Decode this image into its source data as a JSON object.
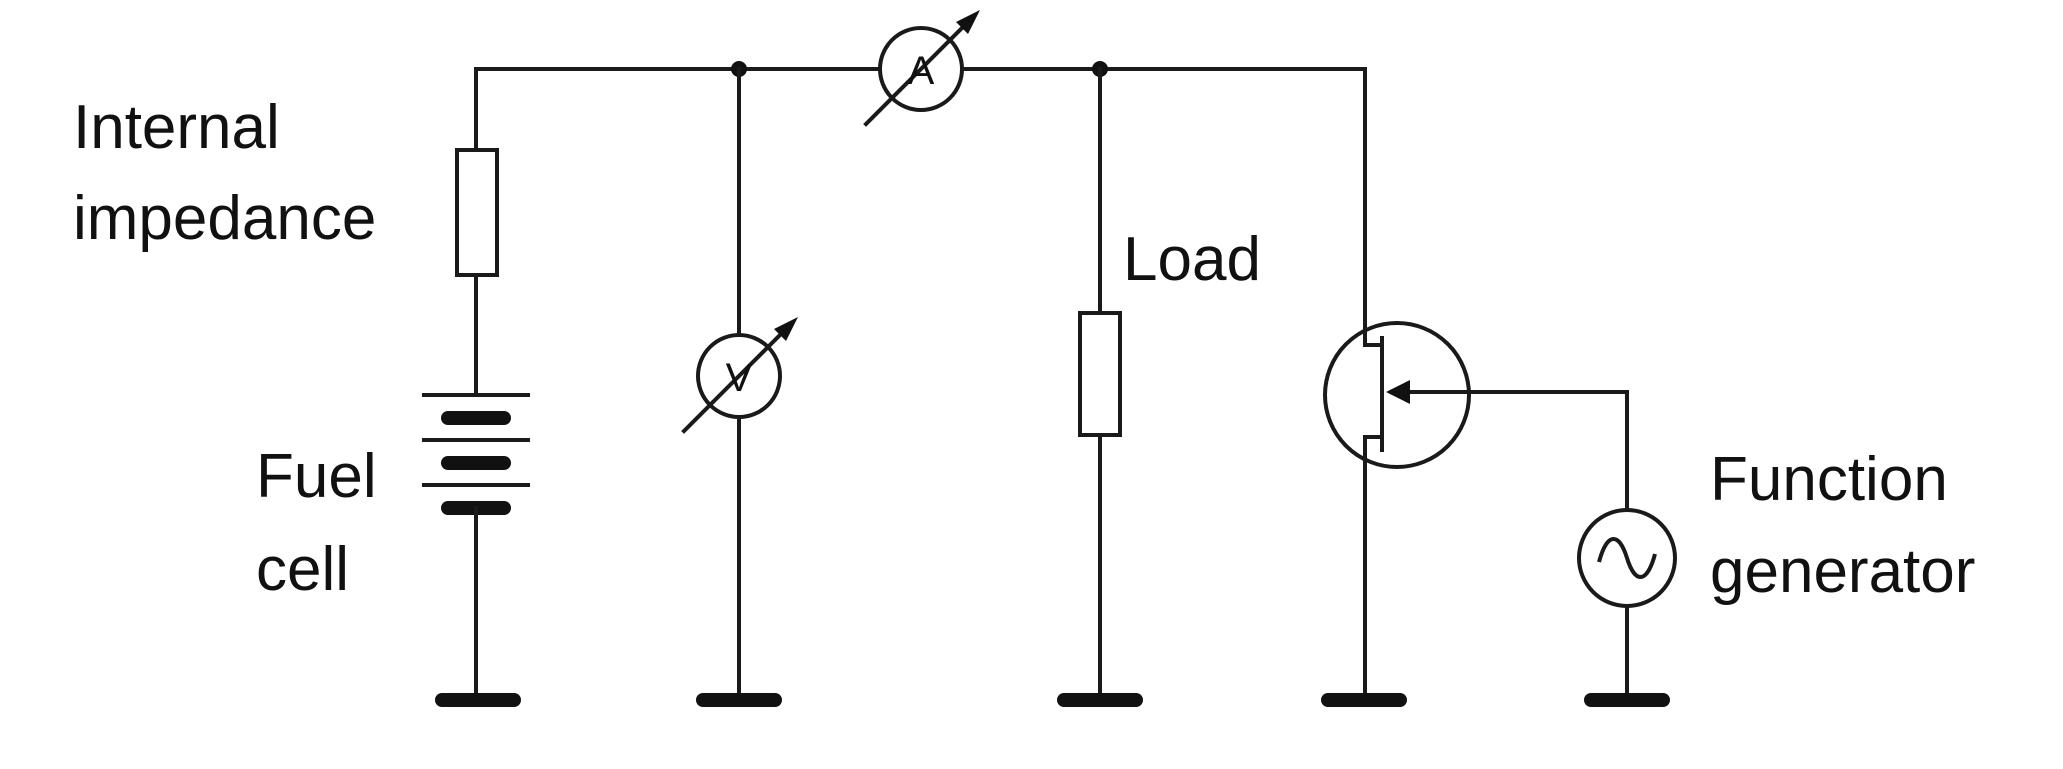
{
  "labels": {
    "internal_impedance_line1": "Internal",
    "internal_impedance_line2": "impedance",
    "fuel_cell_line1": "Fuel",
    "fuel_cell_line2": "cell",
    "load": "Load",
    "function_generator_line1": "Function",
    "function_generator_line2": "generator"
  },
  "meters": {
    "ammeter": "A",
    "voltmeter": "V"
  }
}
